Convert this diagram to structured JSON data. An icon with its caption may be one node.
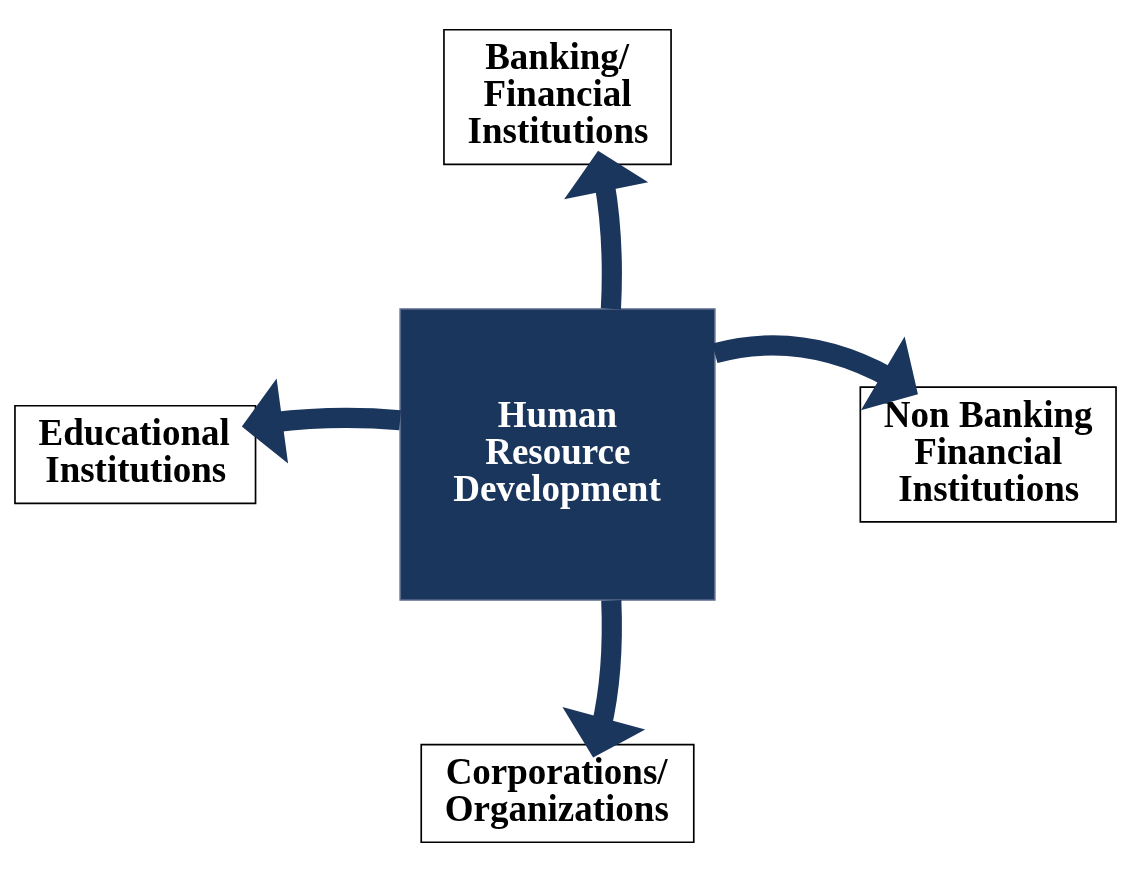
{
  "diagram": {
    "nodes": [
      {
        "text": [
          "Human Resource Development"
        ]
      },
      {
        "text": [
          "Banking/ Financial Institutions"
        ]
      },
      {
        "text": [
          "Educational Institutions"
        ]
      },
      {
        "text": [
          "Non Banking Financial Institutions"
        ]
      },
      {
        "text": [
          "Corporations/ Organizations"
        ]
      }
    ],
    "edges": [
      {
        "from": 0,
        "to": 1,
        "arrow": "to"
      },
      {
        "from": 0,
        "to": 2,
        "arrow": "to"
      },
      {
        "from": 0,
        "to": 3,
        "arrow": "to"
      },
      {
        "from": 0,
        "to": 4,
        "arrow": "to"
      }
    ]
  }
}
